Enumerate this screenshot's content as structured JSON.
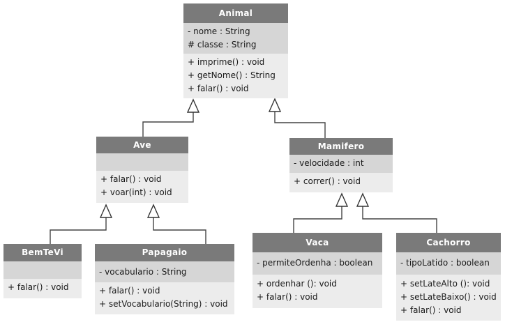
{
  "classes": {
    "animal": {
      "name": "Animal",
      "attributes": [
        "- nome : String",
        "# classe : String"
      ],
      "methods": [
        "+ imprime() : void",
        "+ getNome() : String",
        "+ falar() : void"
      ]
    },
    "ave": {
      "name": "Ave",
      "attributes": [],
      "methods": [
        "+ falar() : void",
        "+ voar(int) : void"
      ]
    },
    "mamifero": {
      "name": "Mamifero",
      "attributes": [
        "- velocidade : int"
      ],
      "methods": [
        "+ correr()  : void"
      ]
    },
    "bemtevi": {
      "name": "BemTeVi",
      "attributes": [],
      "methods": [
        "+ falar() : void"
      ]
    },
    "papagaio": {
      "name": "Papagaio",
      "attributes": [
        "- vocabulario : String"
      ],
      "methods": [
        "+ falar() : void",
        "+ setVocabulario(String) : void"
      ]
    },
    "vaca": {
      "name": "Vaca",
      "attributes": [
        "- permiteOrdenha : boolean"
      ],
      "methods": [
        "+ ordenhar (): void",
        "+ falar() : void"
      ]
    },
    "cachorro": {
      "name": "Cachorro",
      "attributes": [
        "- tipoLatido : boolean"
      ],
      "methods": [
        "+ setLateAlto (): void",
        "+ setLateBaixo() : void",
        "+ falar() : void"
      ]
    }
  }
}
